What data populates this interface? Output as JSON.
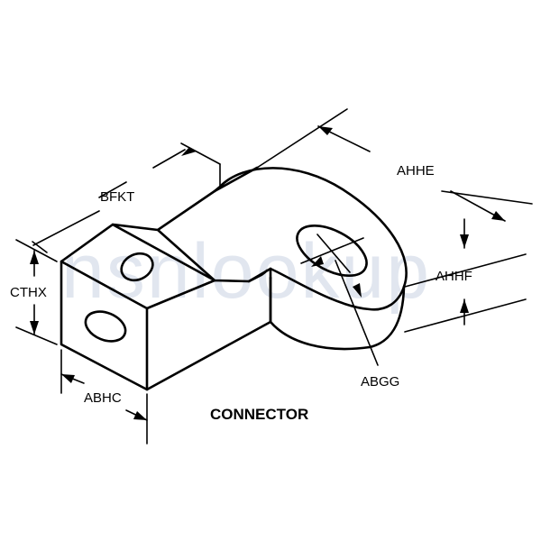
{
  "part_name": "CONNECTOR",
  "dimensions": {
    "bfkt": "BFKT",
    "ahhe": "AHHE",
    "ahhf": "AHHF",
    "cthx": "CTHX",
    "abhc": "ABHC",
    "abgg": "ABGG"
  },
  "watermark": "nsnlookup"
}
